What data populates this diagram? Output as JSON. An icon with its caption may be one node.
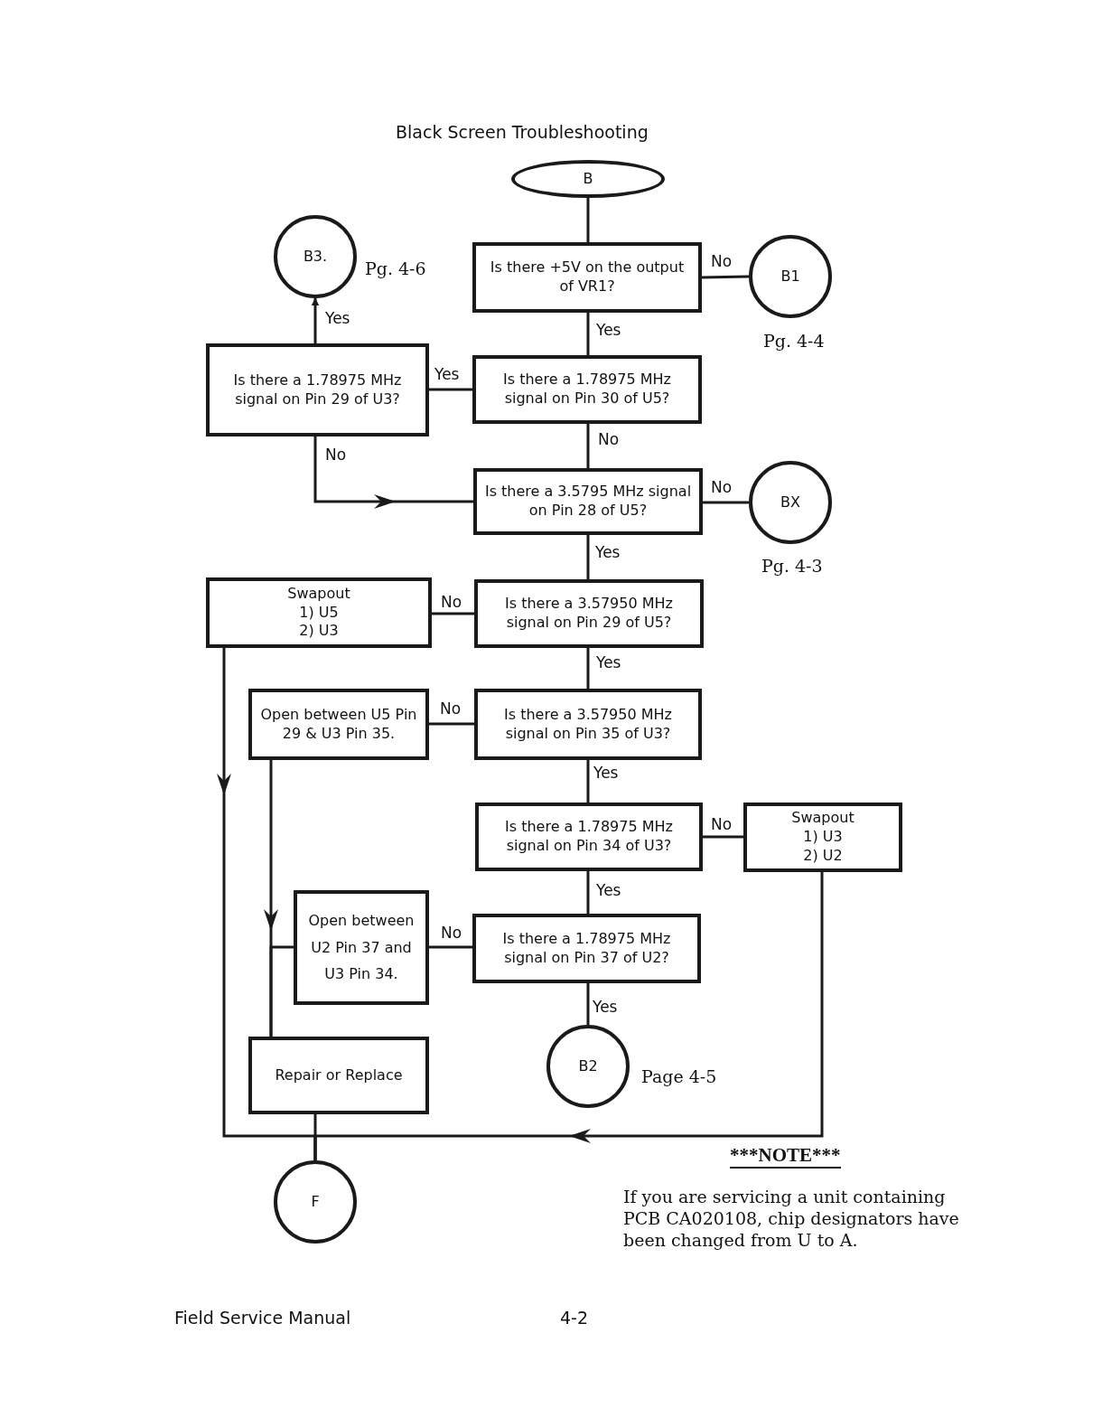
{
  "diagram": {
    "title": "Black Screen Troubleshooting",
    "nodes": [
      {
        "text": [
          "B"
        ]
      },
      {
        "text": [
          "Is there +5V on the output of VR1?"
        ]
      },
      {
        "text": [
          "B1"
        ],
        "beside": [
          "Pg. 4-4"
        ]
      },
      {
        "text": [
          "B3."
        ],
        "beside": [
          "Pg. 4-6"
        ]
      },
      {
        "text": [
          "Is there a 1.78975 MHz signal on Pin 29 of U3?"
        ]
      },
      {
        "text": [
          "Is there a 1.78975 MHz signal on Pin 30 of U5?"
        ]
      },
      {
        "text": [
          "Is there a 3.5795 MHz signal on Pin 28 of U5?"
        ]
      },
      {
        "text": [
          "BX"
        ],
        "beside": [
          "Pg. 4-3"
        ]
      },
      {
        "text": [
          "Swapout",
          "1) U5",
          "2) U3"
        ]
      },
      {
        "text": [
          "Is there a 3.57950 MHz signal on Pin 29 of U5?"
        ]
      },
      {
        "text": [
          "Open between U5 Pin 29 & U3 Pin 35."
        ]
      },
      {
        "text": [
          "Is there a 3.57950 MHz signal on Pin 35 of U3?"
        ]
      },
      {
        "text": [
          "Is there a 1.78975 MHz signal on Pin 34 of U3?"
        ]
      },
      {
        "text": [
          "Swapout",
          "1) U3",
          "2) U2"
        ]
      },
      {
        "text": [
          "Open between U2 Pin 37 and U3 Pin 34."
        ]
      },
      {
        "text": [
          "Is there a 1.78975 MHz signal on Pin 37 of U2?"
        ]
      },
      {
        "text": [
          "B2"
        ],
        "beside": [
          "Page 4-5"
        ]
      },
      {
        "text": [
          "Repair or Replace"
        ]
      },
      {
        "text": [
          "F"
        ]
      }
    ],
    "edges": [
      {
        "from": 0,
        "to": 1,
        "arrow": "none"
      },
      {
        "from": 1,
        "to": 2,
        "arrow": "none",
        "label": "No"
      },
      {
        "from": 1,
        "to": 5,
        "arrow": "none",
        "label": "Yes"
      },
      {
        "from": 5,
        "to": 4,
        "arrow": "none",
        "label": "Yes"
      },
      {
        "from": 4,
        "to": 3,
        "arrow": "to",
        "label": "Yes"
      },
      {
        "from": 4,
        "to": 6,
        "arrow": "to",
        "label": "No"
      },
      {
        "from": 5,
        "to": 6,
        "arrow": "none",
        "label": "No"
      },
      {
        "from": 6,
        "to": 7,
        "arrow": "none",
        "label": "No"
      },
      {
        "from": 6,
        "to": 9,
        "arrow": "none",
        "label": "Yes"
      },
      {
        "from": 9,
        "to": 8,
        "arrow": "none",
        "label": "No"
      },
      {
        "from": 9,
        "to": 11,
        "arrow": "none",
        "label": "Yes"
      },
      {
        "from": 11,
        "to": 10,
        "arrow": "none",
        "label": "No"
      },
      {
        "from": 11,
        "to": 12,
        "arrow": "none",
        "label": "Yes"
      },
      {
        "from": 12,
        "to": 13,
        "arrow": "none",
        "label": "No"
      },
      {
        "from": 12,
        "to": 15,
        "arrow": "none",
        "label": "Yes"
      },
      {
        "from": 15,
        "to": 14,
        "arrow": "none",
        "label": "No"
      },
      {
        "from": 15,
        "to": 16,
        "arrow": "none",
        "label": "Yes"
      },
      {
        "from": 8,
        "to": 18,
        "arrow": "to"
      },
      {
        "from": 13,
        "to": 18,
        "arrow": "to"
      },
      {
        "from": 10,
        "to": 17,
        "arrow": "to"
      },
      {
        "from": 14,
        "to": 17,
        "arrow": "none"
      },
      {
        "from": 17,
        "to": 18,
        "arrow": "none"
      }
    ],
    "labels": [
      "***NOTE***",
      "If you are servicing a unit containing PCB CA020108, chip designators have been changed from U to A.",
      "Field Service Manual",
      "4-2"
    ]
  }
}
